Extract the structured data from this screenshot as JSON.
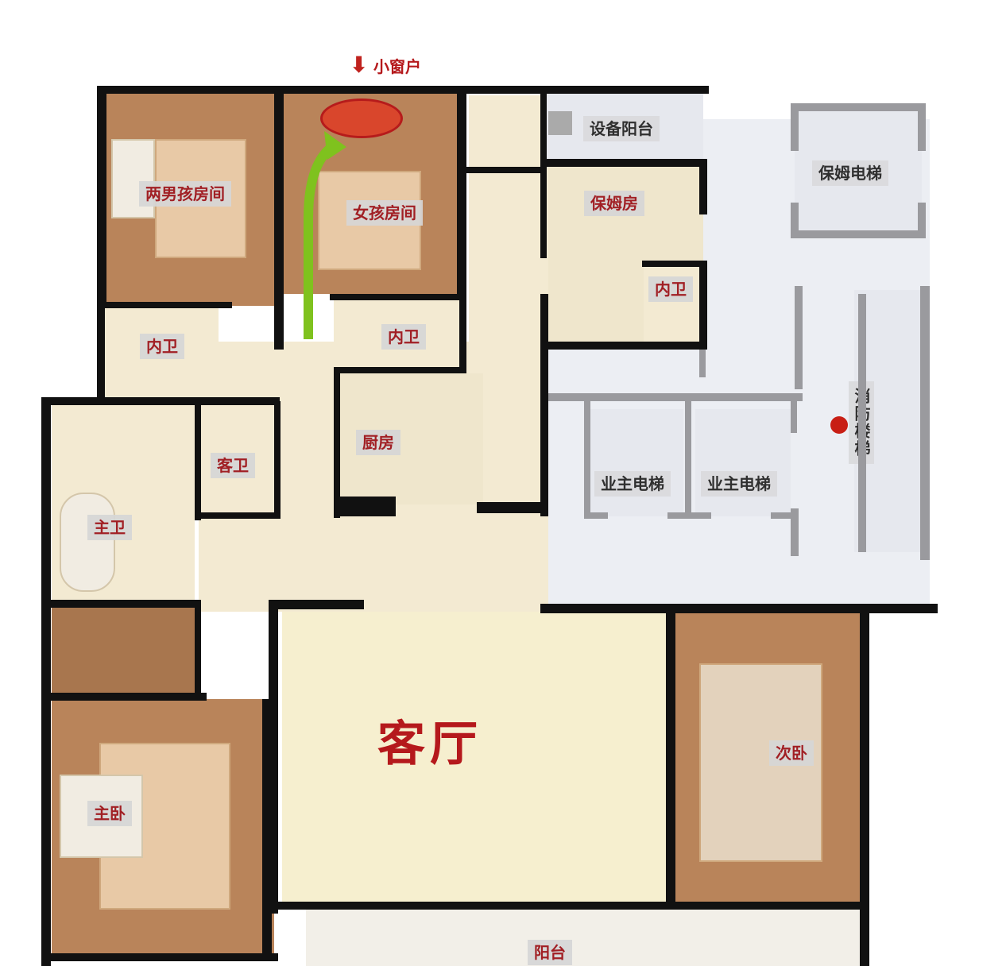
{
  "window_note": {
    "label": "小窗户",
    "icon": "arrow-down-icon",
    "color": "#c0221e"
  },
  "rooms": {
    "two_boys_room": "两男孩房间",
    "girl_room": "女孩房间",
    "equipment_balcony": "设备阳台",
    "nanny_elevator": "保姆电梯",
    "nanny_room": "保姆房",
    "nanny_bath": "内卫",
    "boys_bath": "内卫",
    "girl_bath": "内卫",
    "guest_bath": "客卫",
    "kitchen": "厨房",
    "master_bath": "主卫",
    "fire_stairs": "消防楼梯",
    "owner_elevator_1": "业主电梯",
    "owner_elevator_2": "业主电梯",
    "living_room": "客厅",
    "second_bedroom": "次卧",
    "master_bedroom": "主卧",
    "balcony": "阳台"
  },
  "colors": {
    "label_text": "#a11f24",
    "wall": "#111111",
    "wood_floor": "#b9845a",
    "tile_floor": "#f3ead2",
    "marker": "#d9462c",
    "path_arrow": "#7fc21e"
  }
}
